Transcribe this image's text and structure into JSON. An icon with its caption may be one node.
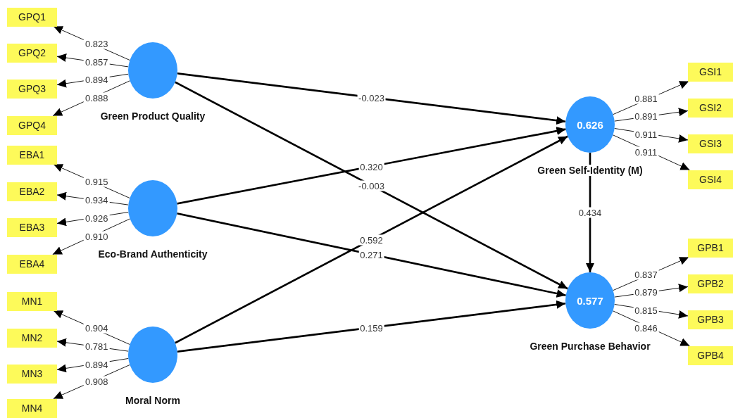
{
  "diagram": {
    "nodes": [
      {
        "text": [
          "GPQ1"
        ]
      },
      {
        "text": [
          "GPQ2"
        ]
      },
      {
        "text": [
          "GPQ3"
        ]
      },
      {
        "text": [
          "GPQ4"
        ]
      },
      {
        "text": [
          "Green Product Quality"
        ]
      },
      {
        "text": [
          "EBA1"
        ]
      },
      {
        "text": [
          "EBA2"
        ]
      },
      {
        "text": [
          "EBA3"
        ]
      },
      {
        "text": [
          "EBA4"
        ]
      },
      {
        "text": [
          "Eco-Brand Authenticity"
        ]
      },
      {
        "text": [
          "MN1"
        ]
      },
      {
        "text": [
          "MN2"
        ]
      },
      {
        "text": [
          "MN3"
        ]
      },
      {
        "text": [
          "MN4"
        ]
      },
      {
        "text": [
          "Moral Norm"
        ]
      },
      {
        "text": [
          "0.626",
          "Green Self-Identity (M)"
        ]
      },
      {
        "text": [
          "GSI1"
        ]
      },
      {
        "text": [
          "GSI2"
        ]
      },
      {
        "text": [
          "GSI3"
        ]
      },
      {
        "text": [
          "GSI4"
        ]
      },
      {
        "text": [
          "0.577",
          "Green Purchase Behavior"
        ]
      },
      {
        "text": [
          "GPB1"
        ]
      },
      {
        "text": [
          "GPB2"
        ]
      },
      {
        "text": [
          "GPB3"
        ]
      },
      {
        "text": [
          "GPB4"
        ]
      }
    ],
    "edges": [
      {
        "from": 4,
        "to": 0,
        "arrow": "to",
        "label": "0.823"
      },
      {
        "from": 4,
        "to": 1,
        "arrow": "to",
        "label": "0.857"
      },
      {
        "from": 4,
        "to": 2,
        "arrow": "to",
        "label": "0.894"
      },
      {
        "from": 4,
        "to": 3,
        "arrow": "to",
        "label": "0.888"
      },
      {
        "from": 9,
        "to": 5,
        "arrow": "to",
        "label": "0.915"
      },
      {
        "from": 9,
        "to": 6,
        "arrow": "to",
        "label": "0.934"
      },
      {
        "from": 9,
        "to": 7,
        "arrow": "to",
        "label": "0.926"
      },
      {
        "from": 9,
        "to": 8,
        "arrow": "to",
        "label": "0.910"
      },
      {
        "from": 14,
        "to": 10,
        "arrow": "to",
        "label": "0.904"
      },
      {
        "from": 14,
        "to": 11,
        "arrow": "to",
        "label": "0.781"
      },
      {
        "from": 14,
        "to": 12,
        "arrow": "to",
        "label": "0.894"
      },
      {
        "from": 14,
        "to": 13,
        "arrow": "to",
        "label": "0.908"
      },
      {
        "from": 4,
        "to": 15,
        "arrow": "to",
        "label": "-0.023",
        "style": "thick"
      },
      {
        "from": 9,
        "to": 15,
        "arrow": "to",
        "label": "0.320",
        "style": "thick"
      },
      {
        "from": 4,
        "to": 20,
        "arrow": "to",
        "label": "-0.003",
        "style": "thick"
      },
      {
        "from": 14,
        "to": 15,
        "arrow": "to",
        "label": "0.592",
        "style": "thick"
      },
      {
        "from": 9,
        "to": 20,
        "arrow": "to",
        "label": "0.271",
        "style": "thick"
      },
      {
        "from": 14,
        "to": 20,
        "arrow": "to",
        "label": "0.159",
        "style": "thick"
      },
      {
        "from": 15,
        "to": 20,
        "arrow": "to",
        "label": "0.434",
        "style": "thick"
      },
      {
        "from": 15,
        "to": 16,
        "arrow": "to",
        "label": "0.881"
      },
      {
        "from": 15,
        "to": 17,
        "arrow": "to",
        "label": "0.891"
      },
      {
        "from": 15,
        "to": 18,
        "arrow": "to",
        "label": "0.911"
      },
      {
        "from": 15,
        "to": 19,
        "arrow": "to",
        "label": "0.911"
      },
      {
        "from": 20,
        "to": 21,
        "arrow": "to",
        "label": "0.837"
      },
      {
        "from": 20,
        "to": 22,
        "arrow": "to",
        "label": "0.879"
      },
      {
        "from": 20,
        "to": 23,
        "arrow": "to",
        "label": "0.815"
      },
      {
        "from": 20,
        "to": 24,
        "arrow": "to",
        "label": "0.846"
      }
    ]
  }
}
